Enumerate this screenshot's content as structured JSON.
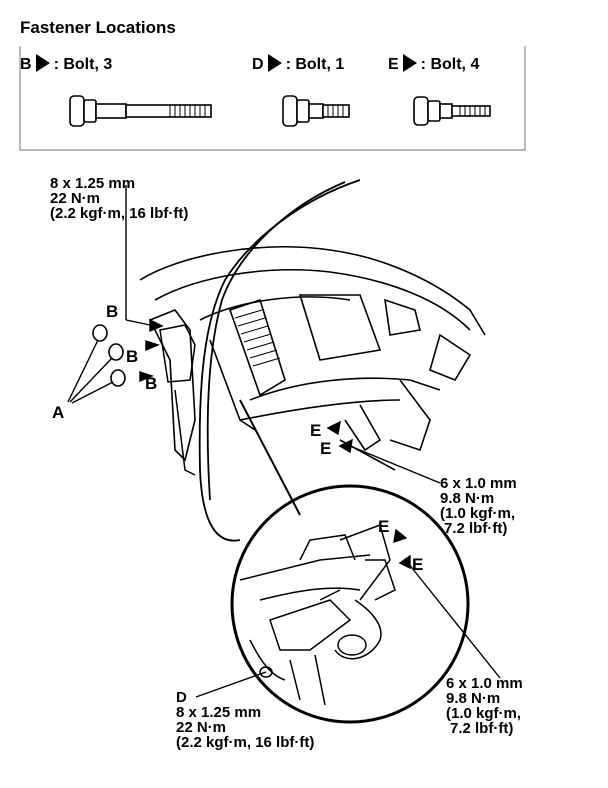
{
  "header": {
    "title": "Fastener Locations",
    "legend": [
      {
        "letter": "B",
        "label": ": Bolt, 3"
      },
      {
        "letter": "D",
        "label": ": Bolt, 1"
      },
      {
        "letter": "E",
        "label": ": Bolt, 4"
      }
    ]
  },
  "specs": {
    "b_bolt": [
      "8 x 1.25 mm",
      "22 N·m",
      "(2.2 kgf·m, 16 lbf·ft)"
    ],
    "e_bolt_upper": [
      "6 x 1.0 mm",
      "9.8 N·m",
      "(1.0 kgf·m,",
      "7.2 lbf·ft)"
    ],
    "e_bolt_lower": [
      "6 x 1.0 mm",
      "9.8 N·m",
      "(1.0 kgf·m,",
      "7.2 lbf·ft)"
    ],
    "d_bolt": [
      "8 x 1.25 mm",
      "22 N·m",
      "(2.2 kgf·m, 16 lbf·ft)"
    ]
  },
  "labels": {
    "A": "A",
    "B1": "B",
    "B2": "B",
    "B3": "B",
    "E1": "E",
    "E2": "E",
    "E3": "E",
    "E4": "E",
    "D": "D"
  }
}
